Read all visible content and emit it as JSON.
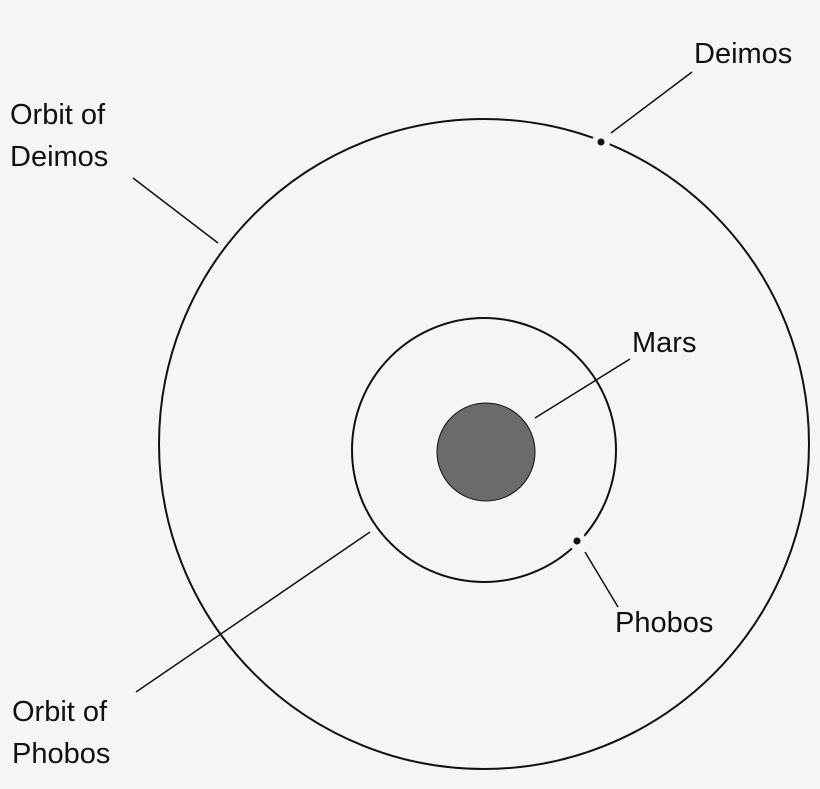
{
  "labels": {
    "deimos": "Deimos",
    "orbit_deimos_line1": "Orbit of",
    "orbit_deimos_line2": "Deimos",
    "mars": "Mars",
    "phobos": "Phobos",
    "orbit_phobos_line1": "Orbit of",
    "orbit_phobos_line2": "Phobos"
  },
  "colors": {
    "background": "#f5f5f5",
    "stroke": "#111111",
    "mars_fill": "#6b6b6b",
    "moon_fill": "#111111"
  }
}
